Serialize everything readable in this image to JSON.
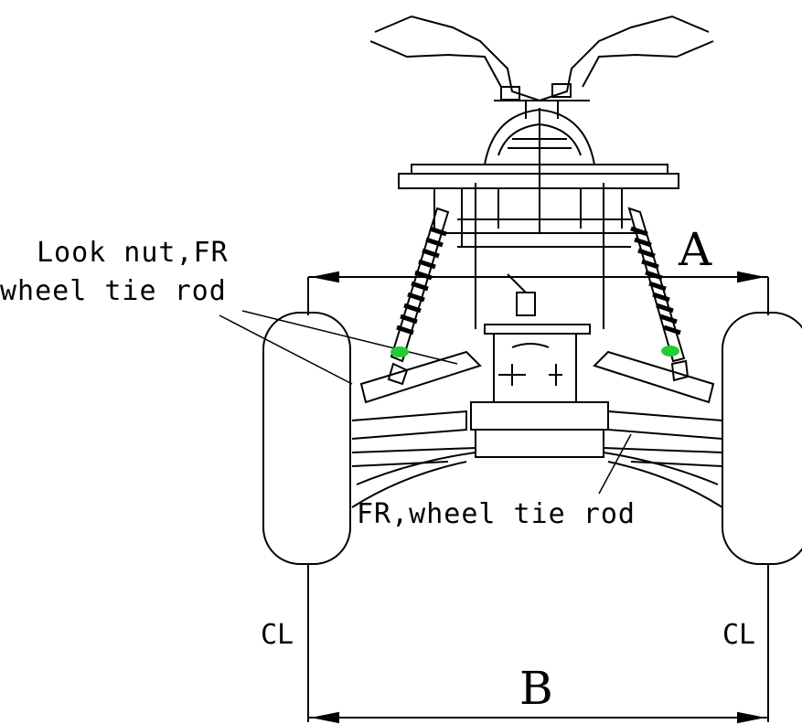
{
  "labels": {
    "lock_nut_line1": "Look nut,FR",
    "lock_nut_line2": "wheel tie rod",
    "tie_rod": "FR,wheel tie rod",
    "dim_a": "A",
    "dim_b": "B",
    "cl_left": "CL",
    "cl_right": "CL"
  },
  "colors": {
    "line": "#000000",
    "spring_seat": "#22cc33"
  }
}
